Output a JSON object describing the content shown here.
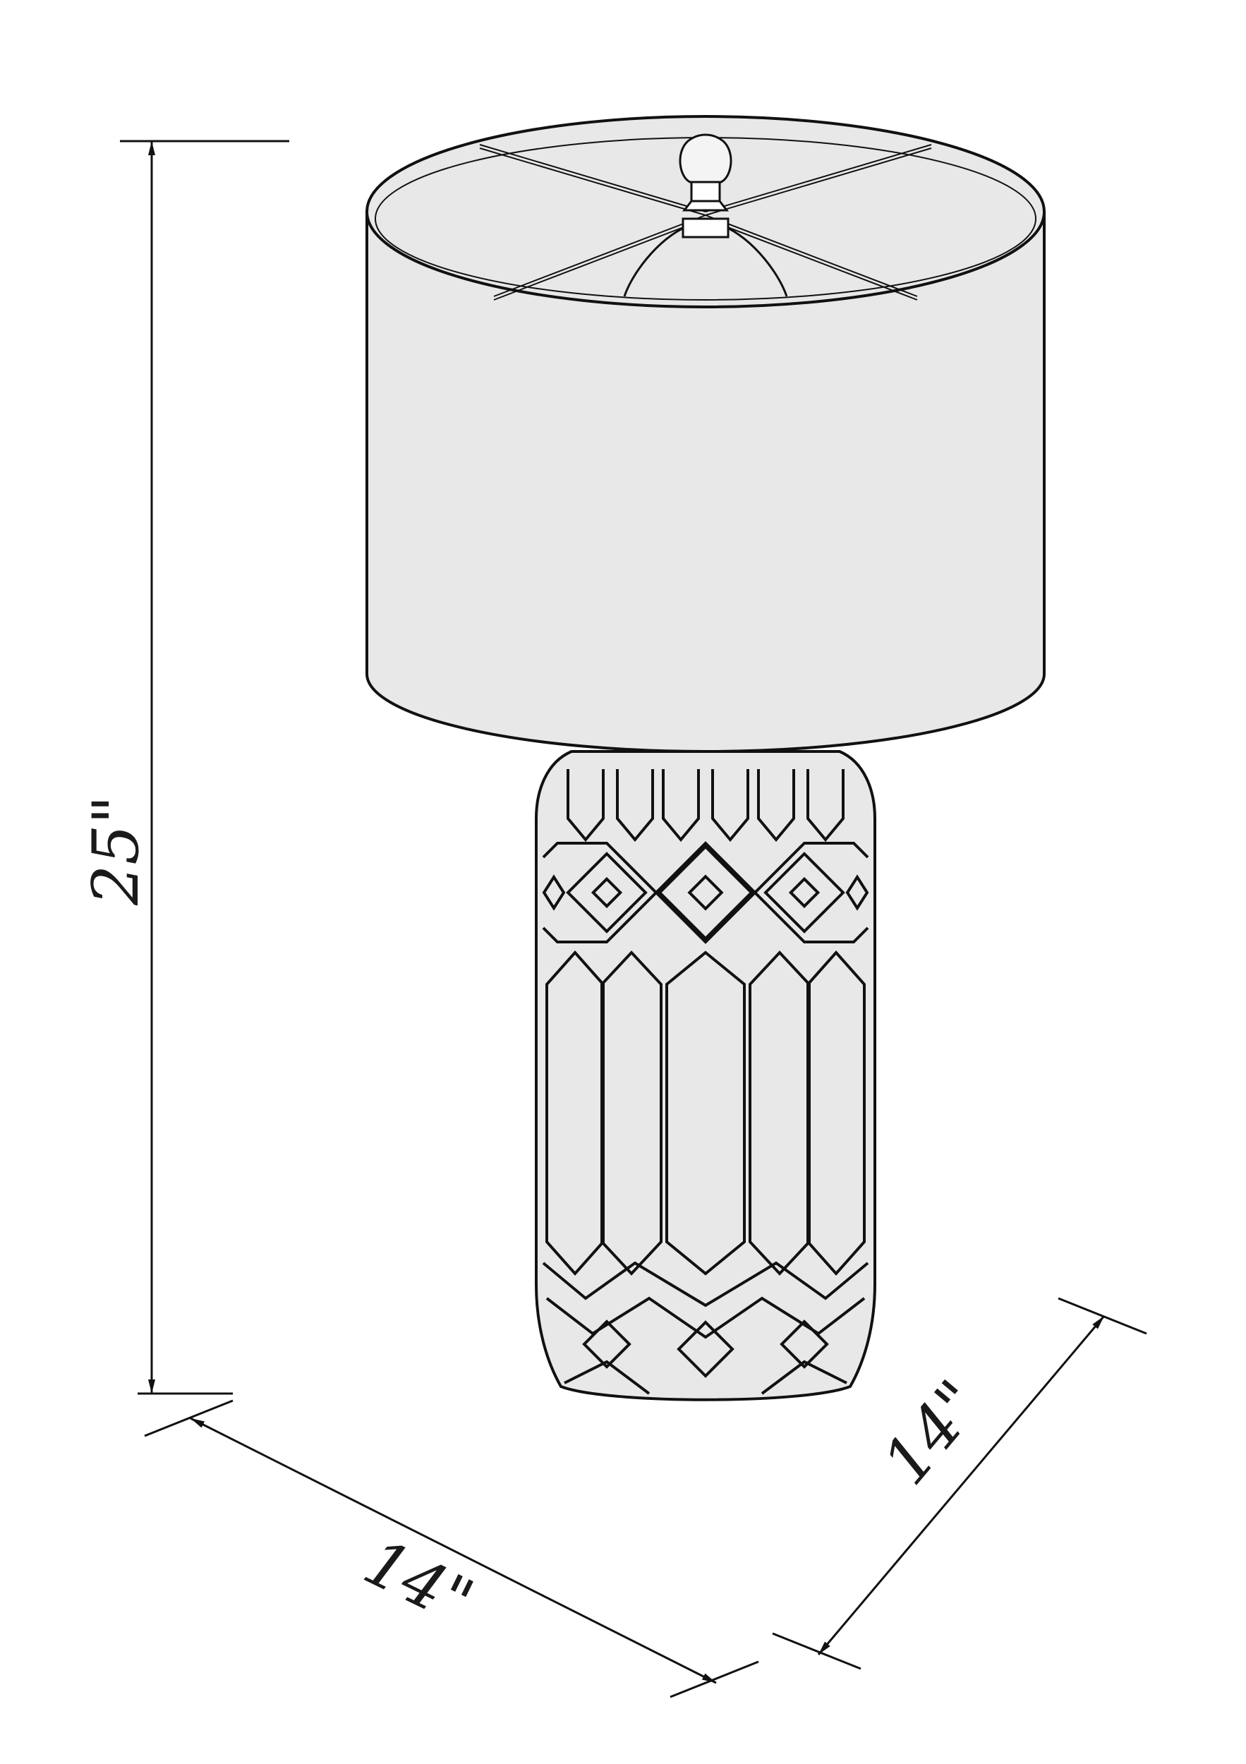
{
  "dimensions": {
    "height": "25\"",
    "width": "14\"",
    "depth": "14\""
  },
  "colors": {
    "line": "#111111",
    "fill": "#e8e8e8",
    "background": "#ffffff"
  }
}
